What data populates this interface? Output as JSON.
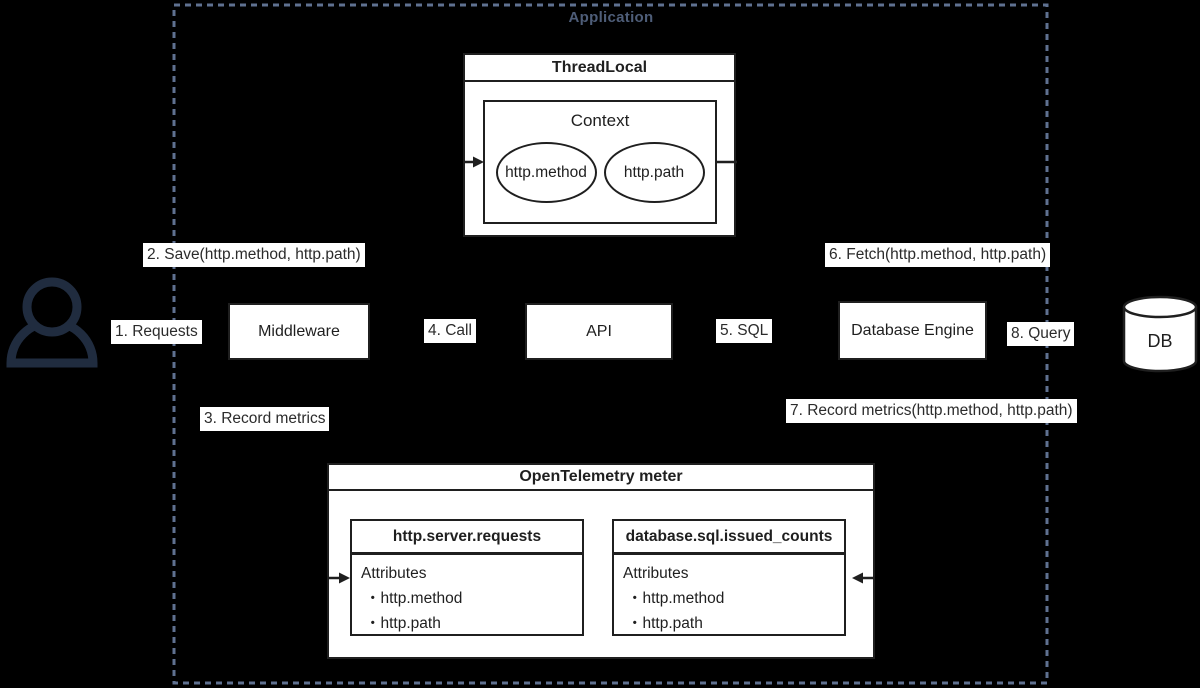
{
  "application": {
    "label": "Application"
  },
  "threadlocal": {
    "title": "ThreadLocal",
    "context": {
      "title": "Context",
      "items": [
        "http.method",
        "http.path"
      ]
    }
  },
  "nodes": {
    "middleware": "Middleware",
    "api": "API",
    "database_engine": "Database Engine",
    "db": "DB"
  },
  "steps": [
    "1. Requests",
    "2. Save(http.method, http.path)",
    "3. Record metrics",
    "4. Call",
    "5. SQL",
    "6. Fetch(http.method, http.path)",
    "7. Record metrics(http.method, http.path)",
    "8. Query"
  ],
  "otel": {
    "title": "OpenTelemetry meter",
    "metrics": [
      {
        "name": "http.server.requests",
        "attributes_title": "Attributes",
        "attributes": [
          "・http.method",
          "・http.path"
        ]
      },
      {
        "name": "database.sql.issued_counts",
        "attributes_title": "Attributes",
        "attributes": [
          "・http.method",
          "・http.path"
        ]
      }
    ]
  },
  "colors": {
    "background": "#000000",
    "boundary_dash": "#5f7190",
    "application_label": "#4e5d78",
    "actor_icon": "#202c3f",
    "box_background": "#ffffff",
    "box_border": "#1f1f1f",
    "text": "#1f1f1f"
  }
}
